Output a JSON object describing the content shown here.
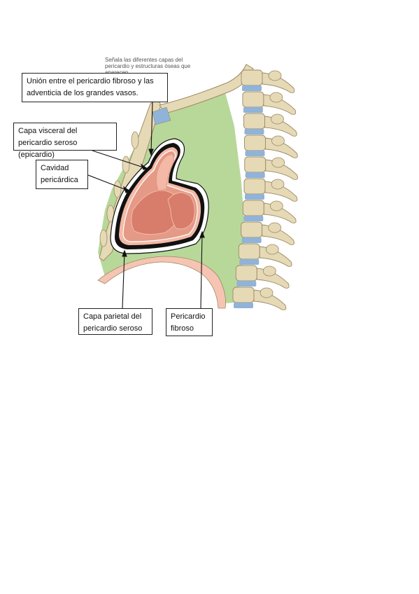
{
  "instruction_text": "Señala las diferentes capas del pericardio y estructuras óseas que aparecen",
  "labels": {
    "union": "Unión entre el pericardio fibroso y las adventicia de los grandes vasos.",
    "visceral": "Capa visceral del pericardio seroso (epicardio)",
    "cavity": "Cavidad pericárdica",
    "parietal": "Capa parietal del pericardio seroso",
    "fibrous": "Pericardio fibroso"
  },
  "colors": {
    "mediastinum": "#b8d89a",
    "bone": "#e6d9b6",
    "bone_outline": "#9c8a63",
    "disc": "#8fb3d9",
    "heart_light": "#f3b9a6",
    "heart_mid": "#e49a86",
    "heart_dark": "#d87d6b",
    "pericardium_line": "#111111",
    "diaphragm": "#f6c4b2"
  }
}
